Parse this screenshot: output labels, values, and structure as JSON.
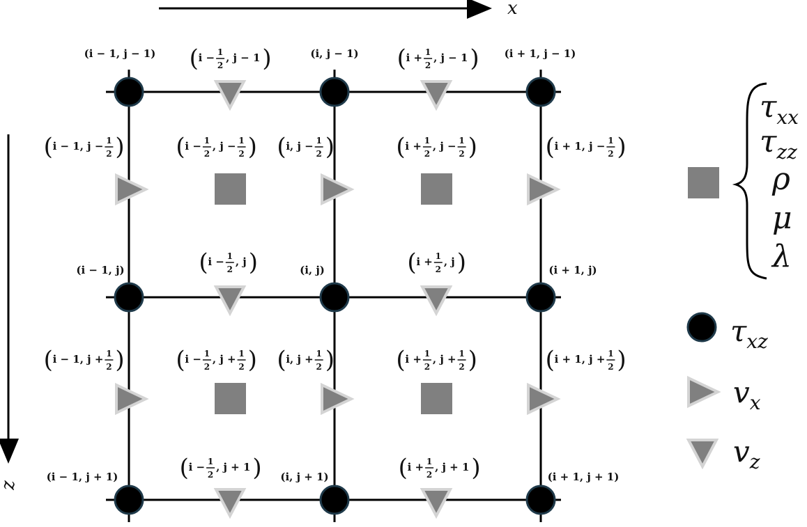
{
  "axes": {
    "x_label": "x",
    "z_label": "z"
  },
  "grid": {
    "columns": 3,
    "rows": 3,
    "node_labels": [
      [
        "(i − 1, j − 1)",
        "(i, j − 1)",
        "(i + 1, j − 1)"
      ],
      [
        "(i − 1, j)",
        "(i, j)",
        "(i + 1, j)"
      ],
      [
        "(i − 1, j + 1)",
        "(i, j + 1)",
        "(i + 1, j + 1)"
      ]
    ],
    "vz_labels": [
      [
        [
          "i − ",
          "1",
          "2",
          ", j − 1"
        ],
        [
          "i + ",
          "1",
          "2",
          ", j − 1"
        ]
      ],
      [
        [
          "i − ",
          "1",
          "2",
          ", j"
        ],
        [
          "i + ",
          "1",
          "2",
          ", j"
        ]
      ],
      [
        [
          "i − ",
          "1",
          "2",
          ", j + 1"
        ],
        [
          "i + ",
          "1",
          "2",
          ", j + 1"
        ]
      ]
    ],
    "vx_labels": [
      [
        [
          "i − 1, j − ",
          "1",
          "2",
          ""
        ],
        [
          "i, j − ",
          "1",
          "2",
          ""
        ],
        [
          "i + 1, j − ",
          "1",
          "2",
          ""
        ]
      ],
      [
        [
          "i − 1, j + ",
          "1",
          "2",
          ""
        ],
        [
          "i, j + ",
          "1",
          "2",
          ""
        ],
        [
          "i + 1, j + ",
          "1",
          "2",
          ""
        ]
      ]
    ],
    "cell_labels": [
      [
        [
          "i − ",
          "1",
          "2",
          ", j − ",
          "1",
          "2"
        ],
        [
          "i + ",
          "1",
          "2",
          ", j − ",
          "1",
          "2"
        ]
      ],
      [
        [
          "i − ",
          "1",
          "2",
          ", j + ",
          "1",
          "2"
        ],
        [
          "i + ",
          "1",
          "2",
          ", j + ",
          "1",
          "2"
        ]
      ]
    ]
  },
  "legend": {
    "square_vars": [
      "τxx",
      "τzz",
      "ρ",
      "μ",
      "λ"
    ],
    "square_vars_parts": [
      [
        "τ",
        "xx"
      ],
      [
        "τ",
        "zz"
      ],
      [
        "ρ",
        ""
      ],
      [
        "μ",
        ""
      ],
      [
        "λ",
        ""
      ]
    ],
    "circle": {
      "symbol": "τ",
      "sub": "xz"
    },
    "tri_right": {
      "symbol": "v",
      "sub": "x"
    },
    "tri_down": {
      "symbol": "v",
      "sub": "z"
    }
  },
  "colors": {
    "node": "#000000",
    "node_ring": "#1f3a4a",
    "marker_fill": "#808080",
    "marker_stroke": "#d4d4d4",
    "line": "#000000"
  }
}
